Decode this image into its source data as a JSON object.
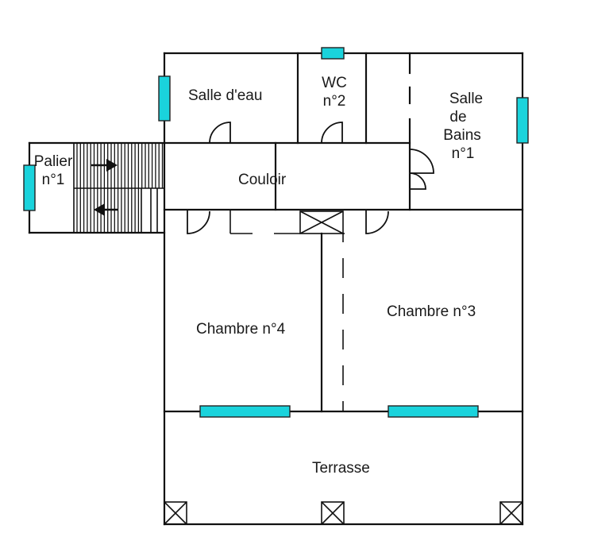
{
  "rooms": {
    "salle_eau": "Salle d'eau",
    "wc_line1": "WC",
    "wc_line2": "n°2",
    "sdb_line1": "Salle",
    "sdb_line2": "de",
    "sdb_line3": "Bains",
    "sdb_line4": "n°1",
    "palier_line1": "Palier",
    "palier_line2": "n°1",
    "couloir": "Couloir",
    "chambre4": "Chambre n°4",
    "chambre3": "Chambre n°3",
    "terrasse": "Terrasse"
  },
  "colors": {
    "wall": "#111111",
    "window": "#1ad3dc",
    "background": "#ffffff"
  },
  "icons": {
    "window": "window-icon",
    "column": "pillar-cross-icon",
    "door": "door-swing-icon",
    "stair_arrow": "arrow-icon"
  }
}
